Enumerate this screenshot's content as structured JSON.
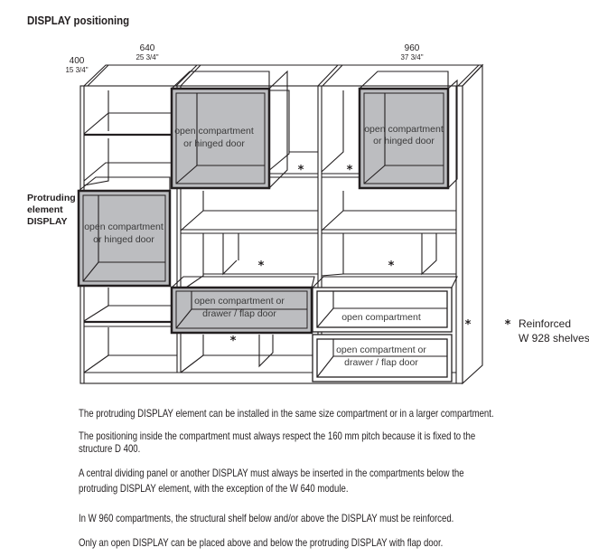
{
  "title": "DISPLAY positioning",
  "dimensions": [
    {
      "mm": "400",
      "inch": "15 3/4\""
    },
    {
      "mm": "640",
      "inch": "25 3/4\""
    },
    {
      "mm": "960",
      "inch": "37 3/4\""
    }
  ],
  "side_label": [
    "Protruding",
    "element",
    "DISPLAY"
  ],
  "boxes": {
    "top_left": [
      "open compartment",
      "or hinged door"
    ],
    "top_right": [
      "open compartment",
      "or hinged door"
    ],
    "protruding": [
      "open compartment",
      "or hinged door"
    ],
    "middle_lower": [
      "open compartment or",
      "drawer / flap door"
    ],
    "right_open": "open compartment",
    "right_lower": [
      "open compartment or",
      "drawer / flap door"
    ]
  },
  "star_symbol": "*",
  "legend": {
    "symbol": "*",
    "line1": "Reinforced",
    "line2": "W 928 shelves"
  },
  "paragraphs": [
    "The protruding DISPLAY element can be installed in the same size compartment or in a larger compartment.",
    "The positioning inside the compartment must always respect the 160 mm pitch because it is fixed to the",
    "structure D 400.",
    "A central dividing panel or another DISPLAY must always be inserted in the compartments below the",
    "protruding DISPLAY element, with the exception of the W 640 module.",
    "In W 960 compartments, the structural shelf below and/or above the DISPLAY must be reinforced.",
    "Only an open DISPLAY can be placed above and below the protruding DISPLAY with flap door."
  ]
}
